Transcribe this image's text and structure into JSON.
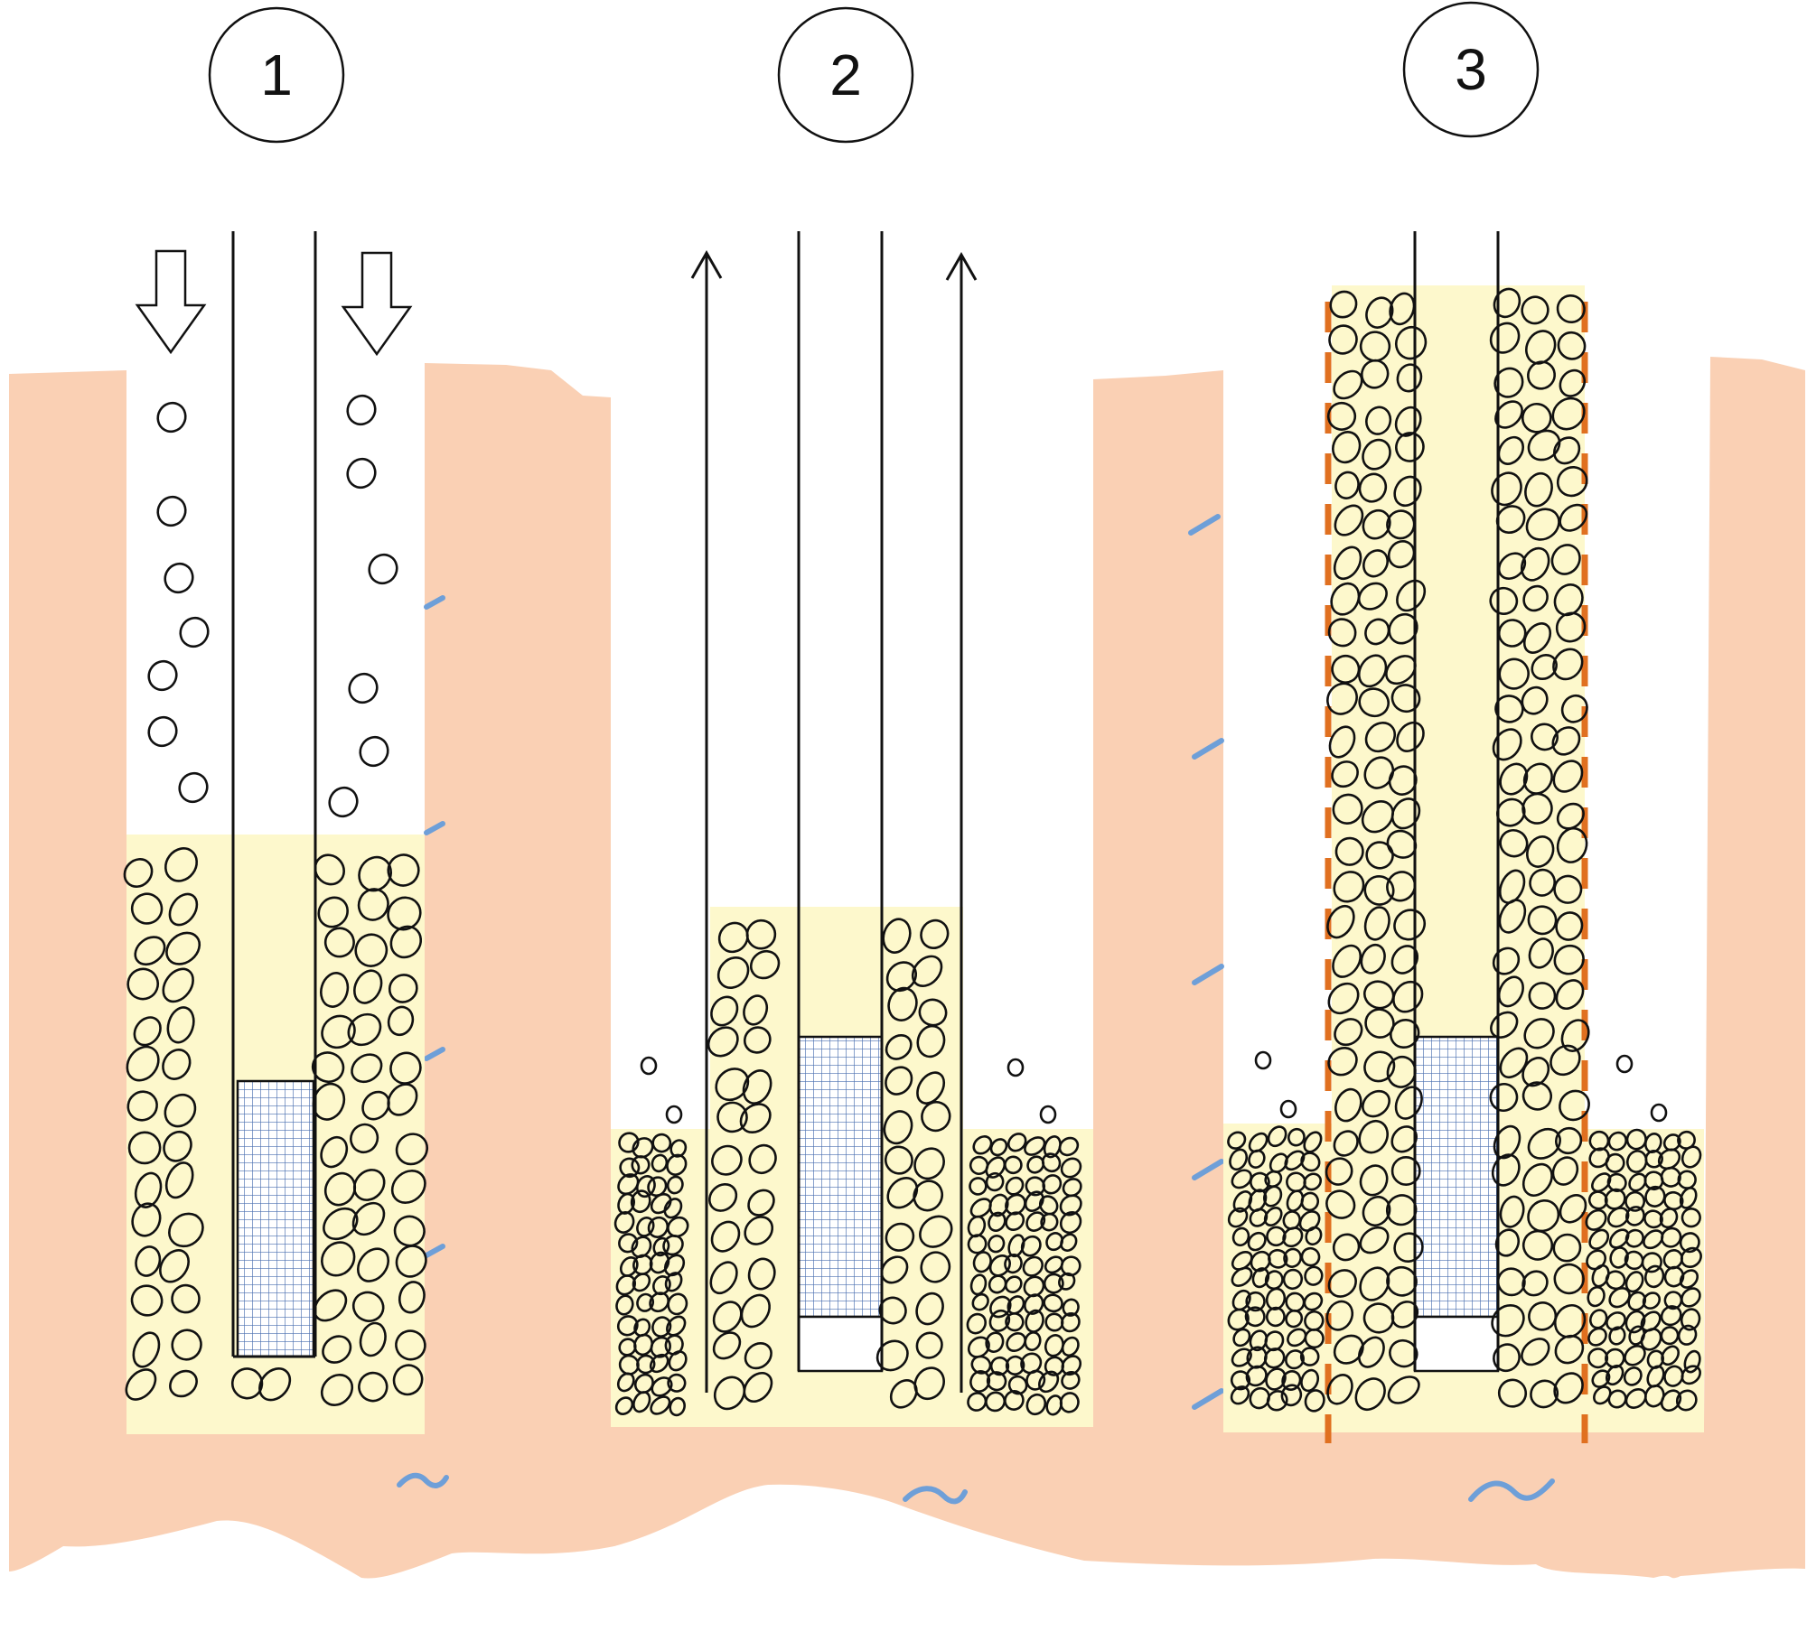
{
  "steps": [
    {
      "label": "1"
    },
    {
      "label": "2"
    },
    {
      "label": "3"
    }
  ],
  "colors": {
    "ground": "#FAD0B4",
    "gravel_fill": "#FDF8CC",
    "screen": "#4A6FB0",
    "water_mark": "#6E9FD8",
    "dashed_boundary": "#E07020",
    "outline": "#111111"
  },
  "icons": [
    "down-arrow-icon",
    "up-arrow-icon",
    "water-level-icon"
  ]
}
